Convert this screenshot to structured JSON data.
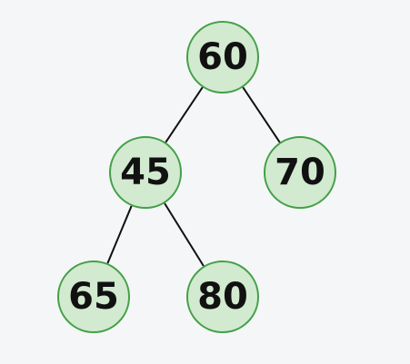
{
  "tree": {
    "nodes": [
      {
        "id": "n60",
        "label": "60"
      },
      {
        "id": "n45",
        "label": "45"
      },
      {
        "id": "n70",
        "label": "70"
      },
      {
        "id": "n65",
        "label": "65"
      },
      {
        "id": "n80",
        "label": "80"
      }
    ],
    "edges": [
      {
        "from": "n60",
        "to": "n45"
      },
      {
        "from": "n60",
        "to": "n70"
      },
      {
        "from": "n45",
        "to": "n65"
      },
      {
        "from": "n45",
        "to": "n80"
      }
    ]
  },
  "colors": {
    "background": "#f5f6f8",
    "node_fill": "#d2ead0",
    "node_border": "#43a047",
    "edge": "#111111",
    "text": "#111111"
  }
}
